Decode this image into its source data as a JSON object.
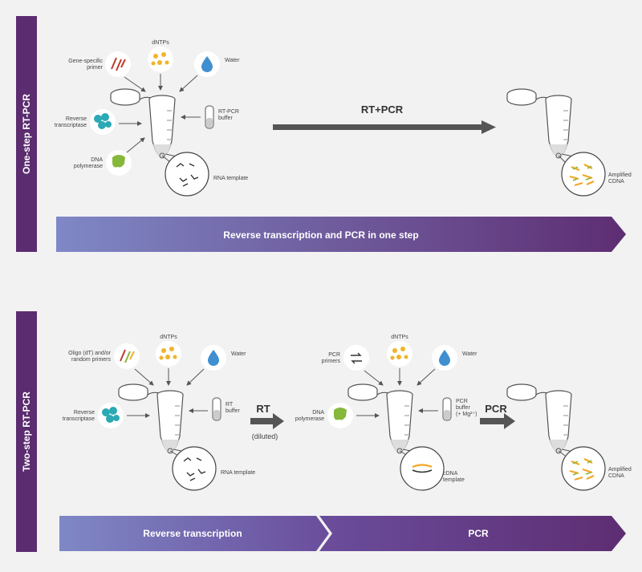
{
  "one_step": {
    "side_title": "One-step RT-PCR",
    "labels": {
      "gene_specific_primer": [
        "Gene-specific",
        "primer"
      ],
      "dntps": "dNTPs",
      "water": "Water",
      "rt_pcr_buffer": [
        "RT-PCR",
        "buffer"
      ],
      "reverse_transcriptase": [
        "Reverse",
        "transcriptase"
      ],
      "dna_polymerase": [
        "DNA",
        "polymerase"
      ],
      "rna_template": "RNA template",
      "amplified_cdna": [
        "Amplified",
        "CDNA"
      ]
    },
    "arrow_label": "RT+PCR",
    "banner": "Reverse transcription and PCR in one step"
  },
  "two_step": {
    "side_title": "Two-step RT-PCR",
    "rt_labels": {
      "oligo_primers": [
        "Oligo (dT) and/or",
        "random primers"
      ],
      "dntps": "dNTPs",
      "water": "Water",
      "rt_buffer": [
        "RT",
        "buffer"
      ],
      "reverse_transcriptase": [
        "Reverse",
        "transcriptase"
      ],
      "rna_template": "RNA template"
    },
    "rt_arrow_label": "RT",
    "rt_arrow_sublabel": "(diluted)",
    "pcr_labels": {
      "pcr_primers": [
        "PCR",
        "primers"
      ],
      "dntps": "dNTPs",
      "water": "Water",
      "pcr_buffer": [
        "PCR",
        "buffer",
        "(+ Mg²⁺)"
      ],
      "dna_polymerase": [
        "DNA",
        "polymerase"
      ],
      "cdna_template": [
        "cDNA",
        "template"
      ]
    },
    "pcr_arrow_label": "PCR",
    "amplified_cdna": [
      "Amplified",
      "CDNA"
    ],
    "banner_rt": "Reverse transcription",
    "banner_pcr": "PCR"
  },
  "colors": {
    "side_bar": "#5b2c6f",
    "banner_start": "#7d86c4",
    "banner_end": "#5b2c6f",
    "arrow": "#555555",
    "dna_green": "#86b83a",
    "dntp_yellow": "#f0b428",
    "water_blue": "#3f8fd1",
    "teal": "#2ba9b5",
    "primer_red": "#c0392b",
    "amplicon_orange": "#f5a623"
  }
}
